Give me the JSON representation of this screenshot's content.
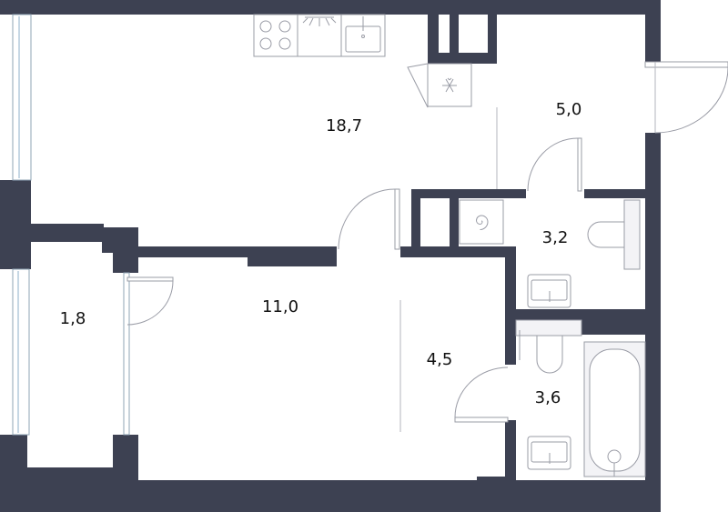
{
  "rooms": {
    "kitchen_living": {
      "area": "18,7"
    },
    "hall": {
      "area": "5,0"
    },
    "toilet": {
      "area": "3,2"
    },
    "balcony": {
      "area": "1,8"
    },
    "bedroom": {
      "area": "11,0"
    },
    "corridor": {
      "area": "4,5"
    },
    "bathroom": {
      "area": "3,6"
    }
  },
  "icons": {
    "fridge": "snowflake-icon",
    "washer": "spiral-icon"
  },
  "colors": {
    "wall": "#3d4152",
    "fixture_stroke": "#9a9ca6",
    "background": "#ffffff"
  }
}
